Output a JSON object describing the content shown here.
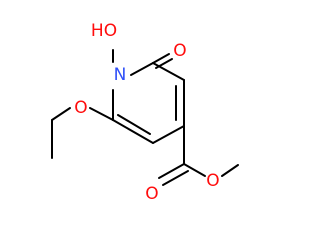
{
  "molecule": {
    "atoms": [
      {
        "id": "N1",
        "symbol": "N",
        "label": "N",
        "color": "#3050F8"
      },
      {
        "id": "O_N",
        "symbol": "O",
        "label": "HO",
        "color": "#FF0D0D"
      },
      {
        "id": "O_C2",
        "symbol": "O",
        "label": "O",
        "color": "#FF0D0D"
      },
      {
        "id": "O_et",
        "symbol": "O",
        "label": "O",
        "color": "#FF0D0D"
      },
      {
        "id": "O_cb",
        "symbol": "O",
        "label": "O",
        "color": "#FF0D0D"
      },
      {
        "id": "O_es",
        "symbol": "O",
        "label": "O",
        "color": "#FF0D0D"
      }
    ],
    "bond_color": "#000000"
  }
}
